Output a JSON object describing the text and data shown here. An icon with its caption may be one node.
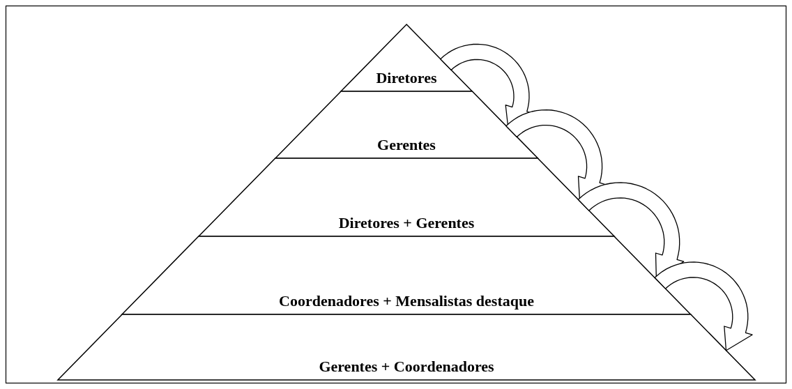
{
  "diagram": {
    "nodes": [
      {
        "text": [
          "Diretores"
        ]
      },
      {
        "text": [
          "Gerentes"
        ]
      },
      {
        "text": [
          "Diretores + Gerentes"
        ]
      },
      {
        "text": [
          "Coordenadores + Mensalistas destaque"
        ]
      },
      {
        "text": [
          "Gerentes + Coordenadores"
        ]
      }
    ],
    "edges": [
      {
        "from": 0,
        "to": 1,
        "arrow": "to"
      },
      {
        "from": 1,
        "to": 2,
        "arrow": "to"
      },
      {
        "from": 2,
        "to": 3,
        "arrow": "to"
      },
      {
        "from": 3,
        "to": 4,
        "arrow": "to"
      }
    ]
  }
}
